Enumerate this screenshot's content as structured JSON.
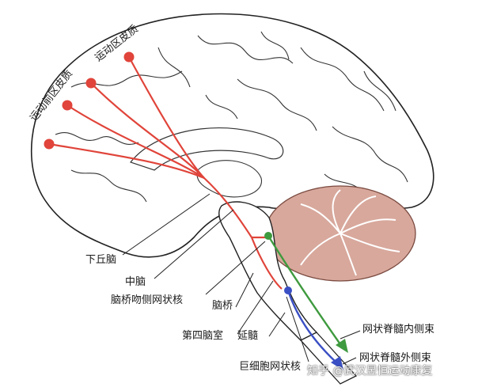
{
  "labels": {
    "motor_cortex": "运动区皮质",
    "premotor_cortex": "运动前区皮质",
    "inferior_colliculus": "下丘脑",
    "midbrain": "中脑",
    "pontine_rostral_reticular_nucleus": "脑桥吻侧网状核",
    "pons": "脑桥",
    "fourth_ventricle": "第四脑室",
    "medulla": "延髓",
    "gigantocellular_reticular_nucleus": "巨细胞网状核",
    "medial_reticulospinal_tract": "网状脊髓内侧束",
    "lateral_reticulospinal_tract": "网状脊髓外侧束"
  },
  "watermark": "知乎 @武汉昱恒运动康复",
  "colors": {
    "cortex_pathway": "#e0443a",
    "medial_tract": "#3e9a3e",
    "lateral_tract": "#3a4fc4",
    "cerebellum": "#d8a89c",
    "outline": "#222222"
  }
}
